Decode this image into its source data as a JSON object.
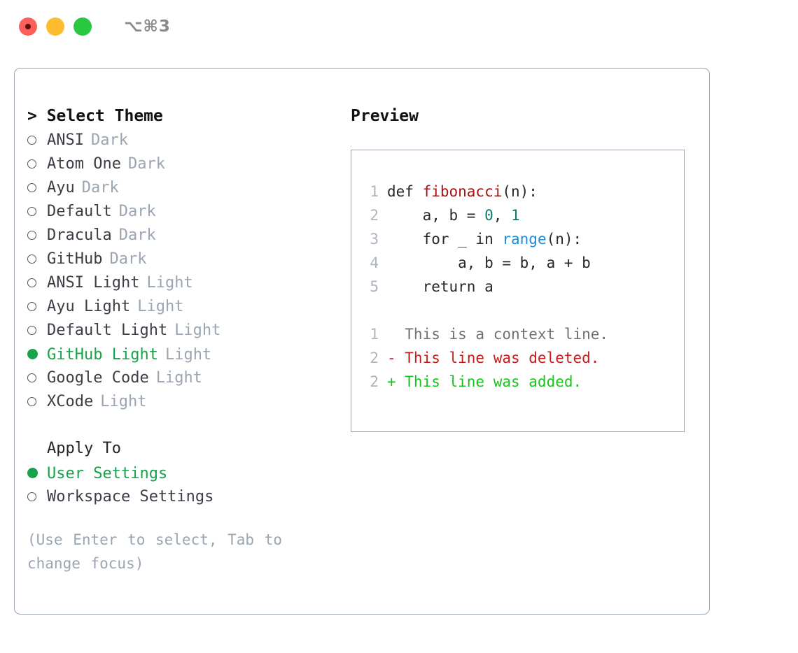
{
  "titlebar": {
    "shortcut": "⌥⌘3",
    "lights": [
      {
        "name": "close",
        "color": "#fc6058"
      },
      {
        "name": "minimize",
        "color": "#fdbc2f"
      },
      {
        "name": "maximize",
        "color": "#28c840"
      }
    ]
  },
  "theme_section": {
    "header": "> Select Theme",
    "items": [
      {
        "label": "ANSI",
        "suffix": "Dark",
        "selected": false
      },
      {
        "label": "Atom One",
        "suffix": "Dark",
        "selected": false
      },
      {
        "label": "Ayu",
        "suffix": "Dark",
        "selected": false
      },
      {
        "label": "Default",
        "suffix": "Dark",
        "selected": false
      },
      {
        "label": "Dracula",
        "suffix": "Dark",
        "selected": false
      },
      {
        "label": "GitHub",
        "suffix": "Dark",
        "selected": false
      },
      {
        "label": "ANSI Light",
        "suffix": "Light",
        "selected": false
      },
      {
        "label": "Ayu Light",
        "suffix": "Light",
        "selected": false
      },
      {
        "label": "Default Light",
        "suffix": "Light",
        "selected": false
      },
      {
        "label": "GitHub Light",
        "suffix": "Light",
        "selected": true
      },
      {
        "label": "Google Code",
        "suffix": "Light",
        "selected": false
      },
      {
        "label": "XCode",
        "suffix": "Light",
        "selected": false
      }
    ]
  },
  "apply_section": {
    "header": "Apply To",
    "items": [
      {
        "label": "User Settings",
        "selected": true
      },
      {
        "label": "Workspace Settings",
        "selected": false
      }
    ]
  },
  "hint": "(Use Enter to select, Tab to change focus)",
  "preview": {
    "header": "Preview",
    "code_lines": [
      {
        "no": "1",
        "tokens": [
          {
            "t": "def ",
            "c": "plain"
          },
          {
            "t": "fibonacci",
            "c": "func"
          },
          {
            "t": "(n):",
            "c": "plain"
          }
        ]
      },
      {
        "no": "2",
        "tokens": [
          {
            "t": "    a, b = ",
            "c": "plain"
          },
          {
            "t": "0",
            "c": "num"
          },
          {
            "t": ", ",
            "c": "plain"
          },
          {
            "t": "1",
            "c": "num"
          }
        ]
      },
      {
        "no": "3",
        "tokens": [
          {
            "t": "    for _ in ",
            "c": "plain"
          },
          {
            "t": "range",
            "c": "call"
          },
          {
            "t": "(n):",
            "c": "plain"
          }
        ]
      },
      {
        "no": "4",
        "tokens": [
          {
            "t": "        a, b = b, a + b",
            "c": "plain"
          }
        ]
      },
      {
        "no": "5",
        "tokens": [
          {
            "t": "    return a",
            "c": "plain"
          }
        ]
      }
    ],
    "diff_lines": [
      {
        "no": "1",
        "marker": "  ",
        "text": "This is a context line.",
        "kind": "ctx"
      },
      {
        "no": "2",
        "marker": "- ",
        "text": "This line was deleted.",
        "kind": "del"
      },
      {
        "no": "2",
        "marker": "+ ",
        "text": "This line was added.",
        "kind": "add"
      }
    ]
  },
  "colors": {
    "accent_green": "#16a34a",
    "muted_gray": "#9aa5b1",
    "border": "#9aa5b1",
    "diff_add": "#17c41d",
    "diff_del": "#c91b1b",
    "syntax_function": "#a31515",
    "syntax_number": "#0f7b6c",
    "syntax_call": "#1f8bd6"
  }
}
